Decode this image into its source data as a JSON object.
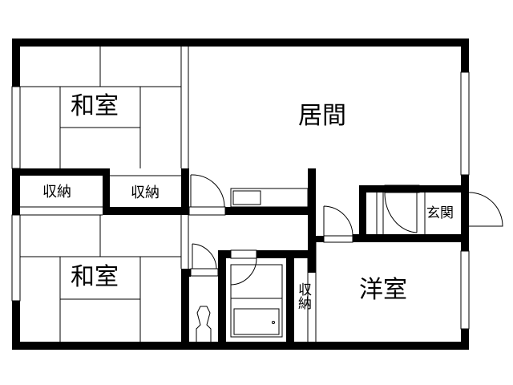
{
  "floorplan": {
    "rooms": [
      {
        "id": "washitsu-top",
        "label": "和室"
      },
      {
        "id": "kyoma",
        "label": "居間"
      },
      {
        "id": "washitsu-bottom",
        "label": "和室"
      },
      {
        "id": "yoshitsu",
        "label": "洋室"
      },
      {
        "id": "genkan",
        "label": "玄関"
      },
      {
        "id": "shuno-left",
        "label": "収納"
      },
      {
        "id": "shuno-center",
        "label": "収納"
      },
      {
        "id": "shuno-vertical",
        "label": "収納"
      }
    ],
    "colors": {
      "wall": "#000000",
      "background": "#ffffff",
      "line": "#000000"
    }
  }
}
